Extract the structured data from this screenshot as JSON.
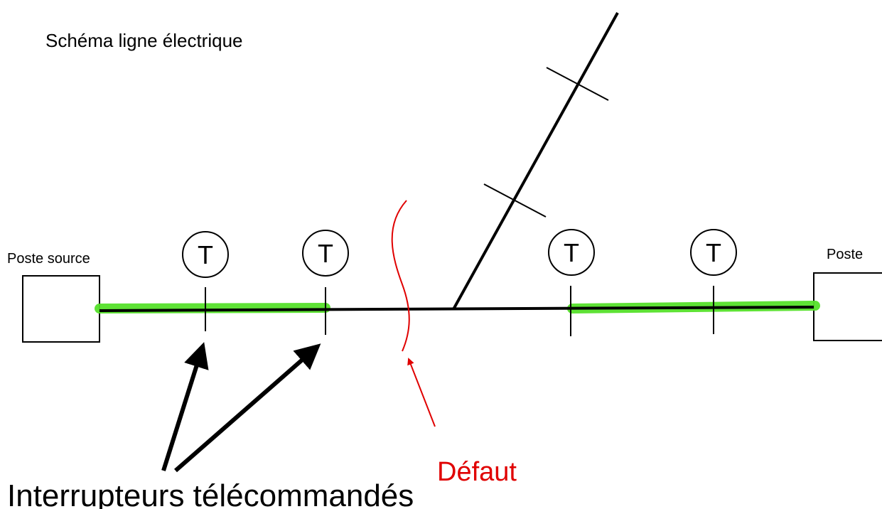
{
  "title": "Schéma ligne électrique",
  "stations": {
    "source_label": "Poste source",
    "end_label": "Poste"
  },
  "switch_symbol": "T",
  "fault_label": "Défaut",
  "switches_caption": "Interrupteurs télécommandés",
  "colors": {
    "line": "#000000",
    "energized_highlight": "#55e02a",
    "fault": "#e00000",
    "background": "#ffffff"
  }
}
